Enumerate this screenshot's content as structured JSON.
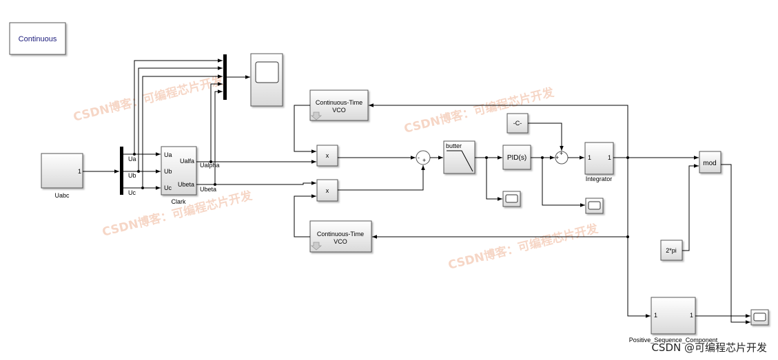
{
  "solver": {
    "label": "Continuous"
  },
  "blocks": {
    "source": {
      "port": "1",
      "label": "Uabc"
    },
    "clark": {
      "label": "Clark",
      "in_ports": [
        "Ua",
        "Ub",
        "Uc"
      ],
      "out_ports": [
        "Ualfa",
        "Ubeta"
      ]
    },
    "bus_labels": [
      "Ua",
      "Ub",
      "Uc"
    ],
    "signal_labels": [
      "Ualpha",
      "Ubeta"
    ],
    "vco_top": {
      "line1": "Continuous-Time",
      "line2": "VCO"
    },
    "vco_bottom": {
      "line1": "Continuous-Time",
      "line2": "VCO"
    },
    "mult_top": {
      "label": "x"
    },
    "mult_bottom": {
      "label": "x"
    },
    "sum1": {
      "signs": [
        "-",
        "+"
      ]
    },
    "filter": {
      "label": "butter"
    },
    "pid": {
      "label": "PID(s)"
    },
    "constant": {
      "label": "-C-"
    },
    "sum2": {
      "signs": [
        "+",
        "+"
      ]
    },
    "integrator": {
      "label": "Integrator",
      "in_port": "1",
      "out_port": "1"
    },
    "mod": {
      "label": "mod"
    },
    "twopi": {
      "label": "2*pi"
    },
    "positive_seq": {
      "label": "Positive_Sequence_Component",
      "in_port": "1",
      "out_port": "1"
    }
  },
  "watermarks": [
    "CSDN博客：可编程芯片开发",
    "CSDN博客：可编程芯片开发",
    "CSDN博客：可编程芯片开发",
    "CSDN博客：可编程芯片开发"
  ],
  "corner_watermark": "CSDN @可编程芯片开发",
  "colors": {
    "block_fill_top": "#ffffff",
    "block_fill_bottom": "#dcdcdc",
    "watermark": "#f3c9b3",
    "solver_text": "#1a1a7a"
  }
}
